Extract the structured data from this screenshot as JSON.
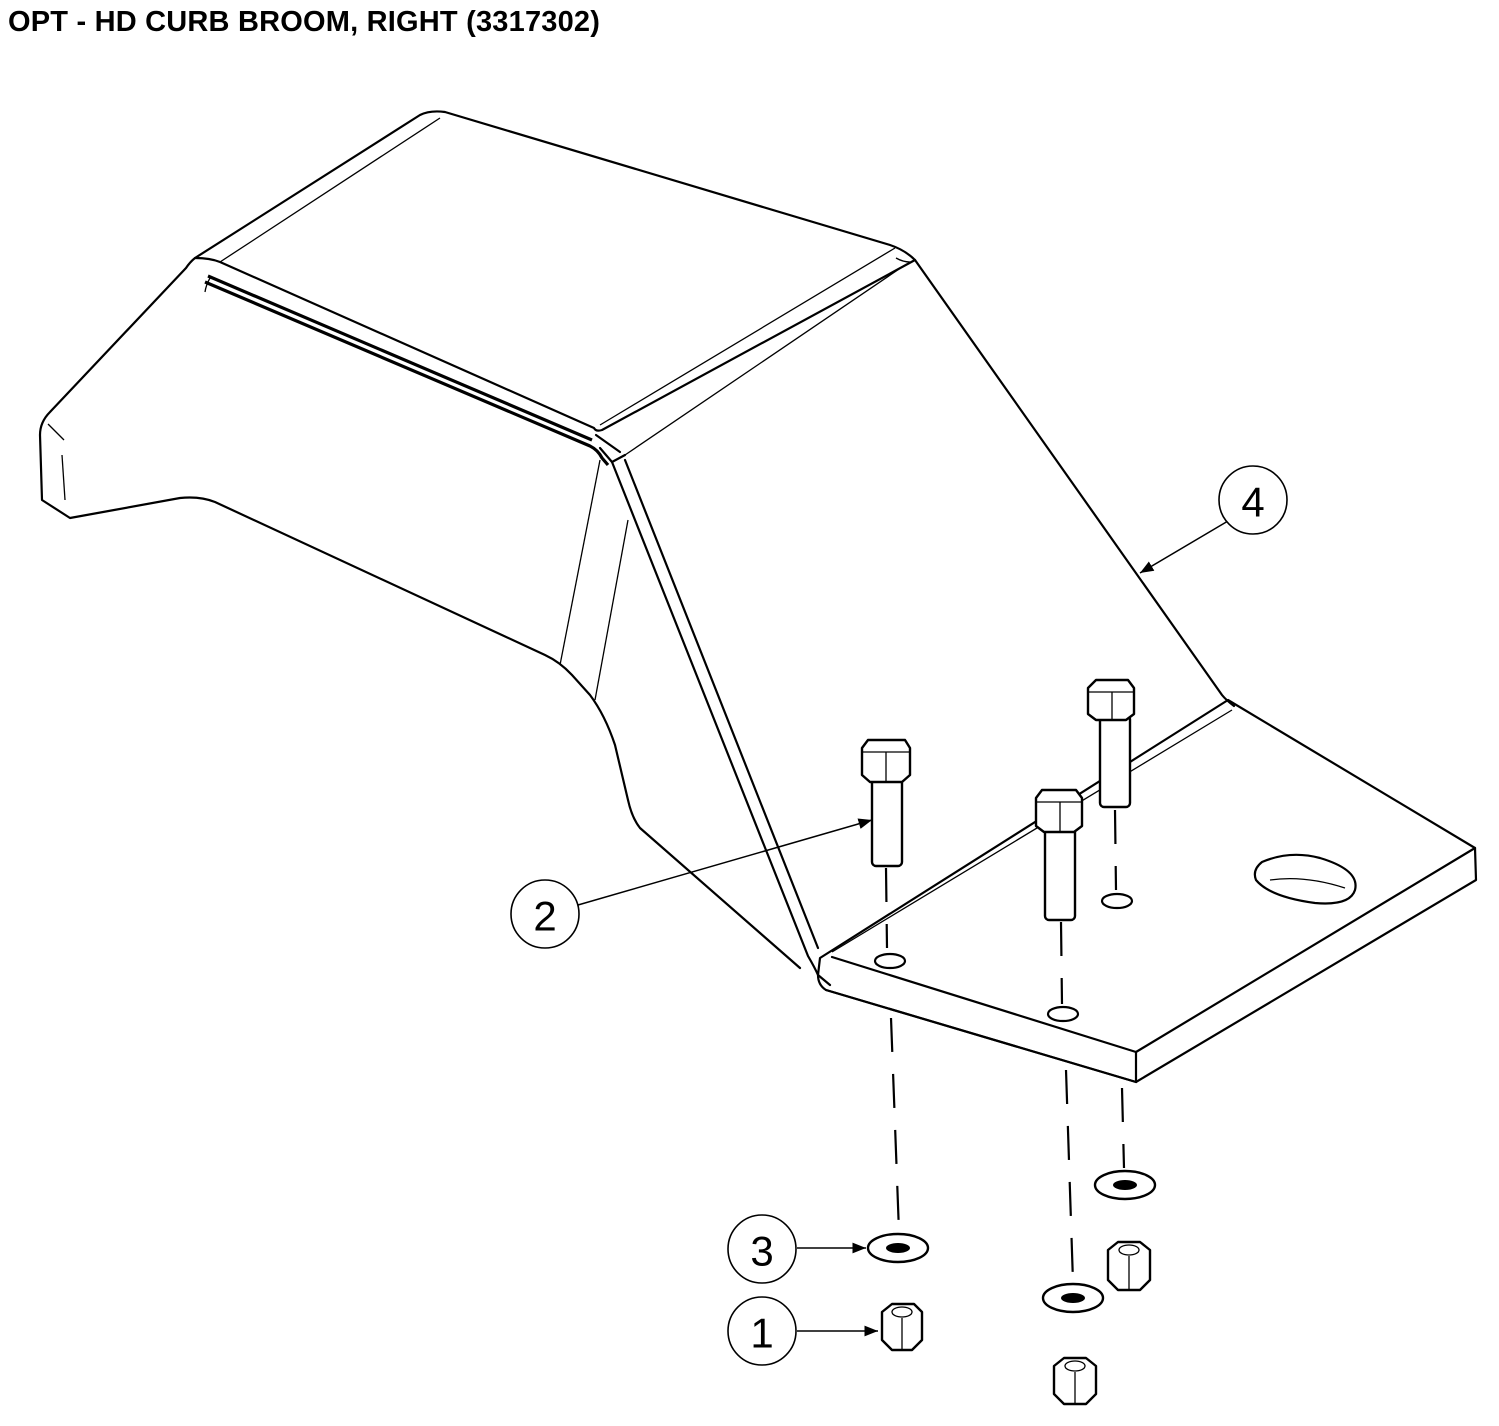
{
  "title": "OPT - HD CURB BROOM, RIGHT (3317302)",
  "callouts": {
    "c1": "1",
    "c2": "2",
    "c3": "3",
    "c4": "4"
  },
  "colors": {
    "line": "#000000",
    "background": "#ffffff"
  },
  "parts": [
    {
      "callout": "1",
      "icon": "nut-icon"
    },
    {
      "callout": "2",
      "icon": "bolt-icon"
    },
    {
      "callout": "3",
      "icon": "washer-icon"
    },
    {
      "callout": "4",
      "icon": "bracket-icon"
    }
  ]
}
